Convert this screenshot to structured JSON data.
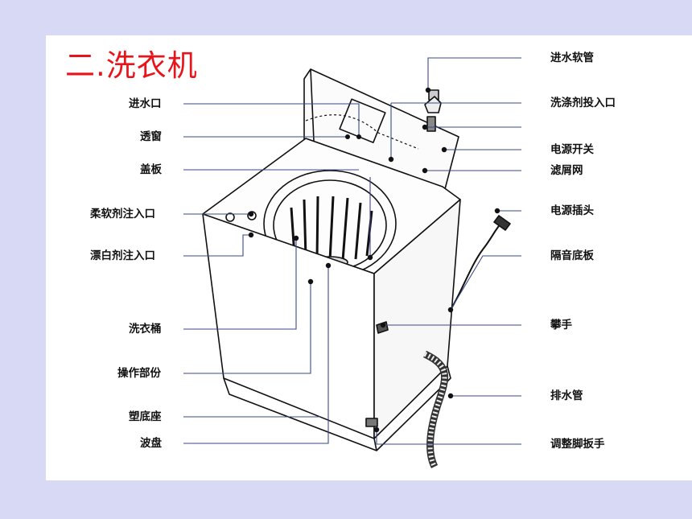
{
  "title": "二.洗衣机",
  "colors": {
    "background": "#d7d9f5",
    "title": "#e8141c",
    "leader": "#3a4a8a",
    "line": "#111111"
  },
  "labels_left": [
    "进水口",
    "透窗",
    "盖板",
    "柔软剂注入口",
    "漂白剂注入口",
    "洗衣桶",
    "操作部份",
    "塑底座",
    "波盘"
  ],
  "labels_right": [
    "进水软管",
    "洗涤剂投入口",
    "电源开关",
    "滤屑网",
    "电源插头",
    "隔音底板",
    "攀手",
    "排水管",
    "调整脚扳手"
  ]
}
